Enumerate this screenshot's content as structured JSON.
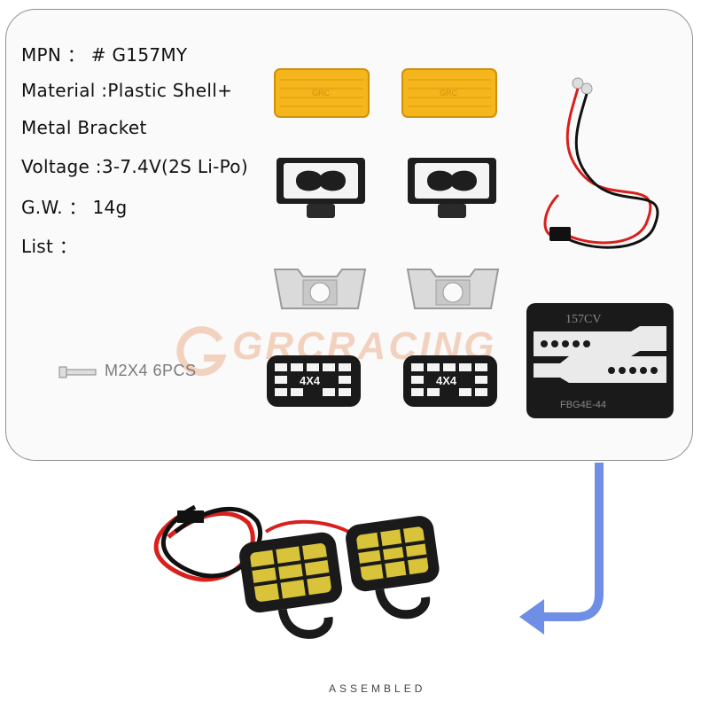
{
  "specs": {
    "mpn": "MPN ： # G157MY",
    "material_1": "Material :Plastic Shell+",
    "material_2": "Metal Bracket",
    "voltage": "Voltage :3-7.4V(2S Li-Po)",
    "gw": "G.W. ： 14g",
    "list": "List ："
  },
  "parts": {
    "screw_label": "M2X4 6PCS",
    "lens_mark": "GRC",
    "grille_mark": "4X4",
    "sticker_title": "157CV",
    "sticker_code": "FBG4E-44"
  },
  "watermark": "GRCRACING",
  "caption": "ASSEMBLED",
  "colors": {
    "lens": "#f5b51c",
    "plastic": "#1e1e1e",
    "metal": "#d9d9d9",
    "wire_red": "#d8201c",
    "wire_black": "#111111",
    "arrow": "#6f8fe6",
    "watermark": "#f2d2bf"
  }
}
